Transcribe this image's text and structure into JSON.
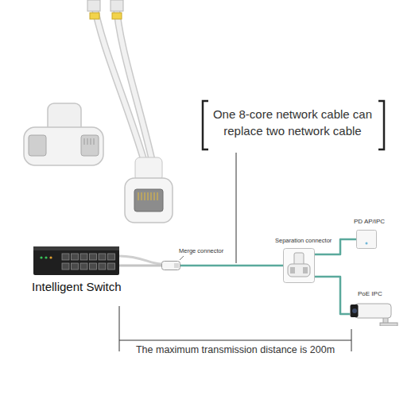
{
  "diagram": {
    "title": "One 8-core network cable can replace two network cable",
    "nodes": [
      {
        "text": [
          "Intelligent Switch"
        ]
      },
      {
        "text": [
          "Merge connector"
        ]
      },
      {
        "text": [
          "Separation connector"
        ]
      },
      {
        "text": [
          "PD AP/IPC"
        ]
      },
      {
        "text": [
          "PoE IPC"
        ]
      }
    ],
    "edges": [
      {
        "from": 0,
        "to": 1,
        "arrow": "none"
      },
      {
        "from": 1,
        "to": 2,
        "arrow": "none"
      },
      {
        "from": 2,
        "to": 3,
        "arrow": "none"
      },
      {
        "from": 2,
        "to": 4,
        "arrow": "none"
      }
    ],
    "labels": [
      "The maximum transmission distance is 200m"
    ]
  }
}
